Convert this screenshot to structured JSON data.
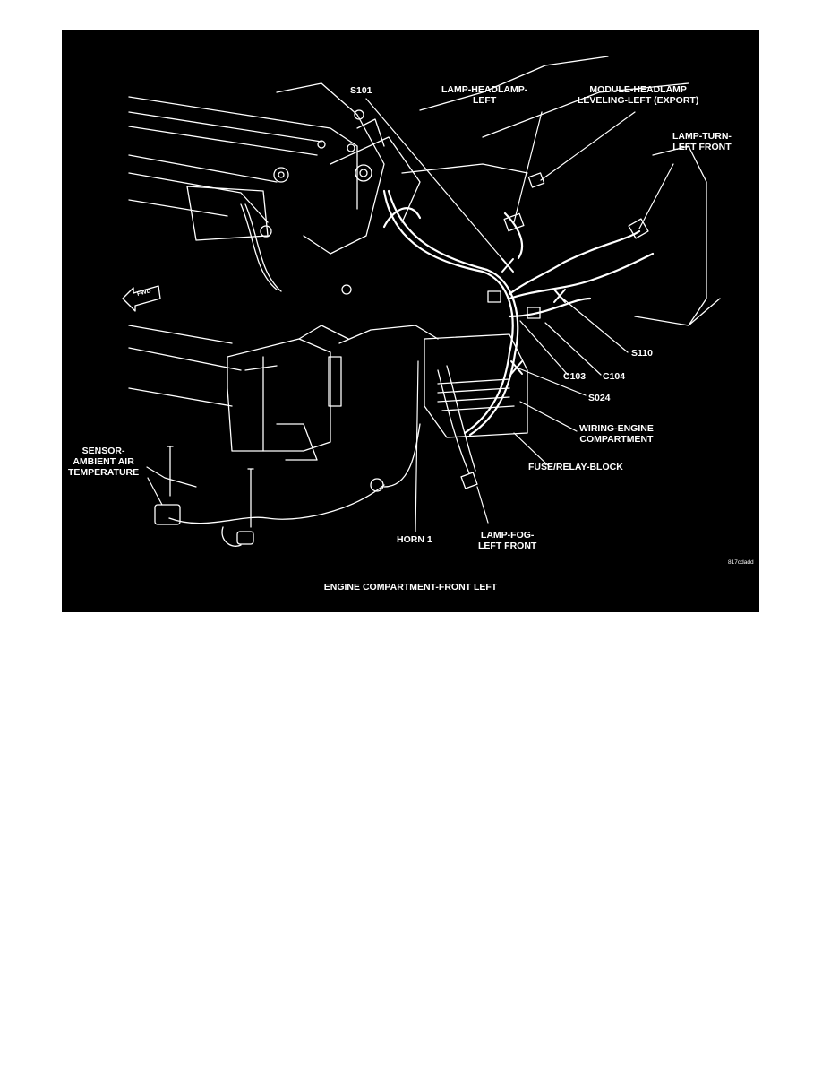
{
  "figure": {
    "caption": "ENGINE COMPARTMENT-FRONT LEFT",
    "figure_code": "817cdadd",
    "fwd_arrow_label": "FWD",
    "colors": {
      "background": "#000000",
      "line": "#ffffff",
      "page": "#ffffff"
    }
  },
  "labels": {
    "s101": "S101",
    "lamp_headlamp": "LAMP-HEADLAMP-\nLEFT",
    "module_headlamp": "MODULE-HEADLAMP\nLEVELING-LEFT (EXPORT)",
    "lamp_turn": "LAMP-TURN-\nLEFT FRONT",
    "s110": "S110",
    "c103": "C103",
    "c104": "C104",
    "s024": "S024",
    "wiring_engine": "WIRING-ENGINE\nCOMPARTMENT",
    "fuse_relay": "FUSE/RELAY-BLOCK",
    "sensor": "SENSOR-\nAMBIENT AIR\nTEMPERATURE",
    "horn": "HORN 1",
    "lamp_fog": "LAMP-FOG-\nLEFT FRONT"
  }
}
